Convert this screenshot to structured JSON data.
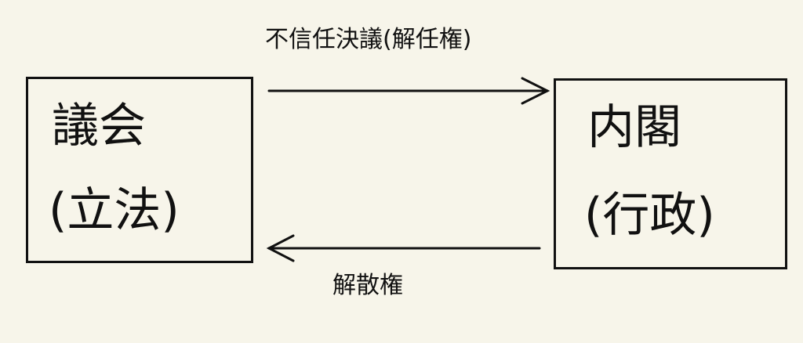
{
  "parliament": {
    "title": "議会",
    "subtitle": "(立法)"
  },
  "cabinet": {
    "title": "内閣",
    "subtitle": "(行政)"
  },
  "arrows": {
    "top_label": "不信任決議(解任権)",
    "bottom_label": "解散権"
  },
  "colors": {
    "background": "#f7f5ea",
    "ink": "#111111"
  }
}
